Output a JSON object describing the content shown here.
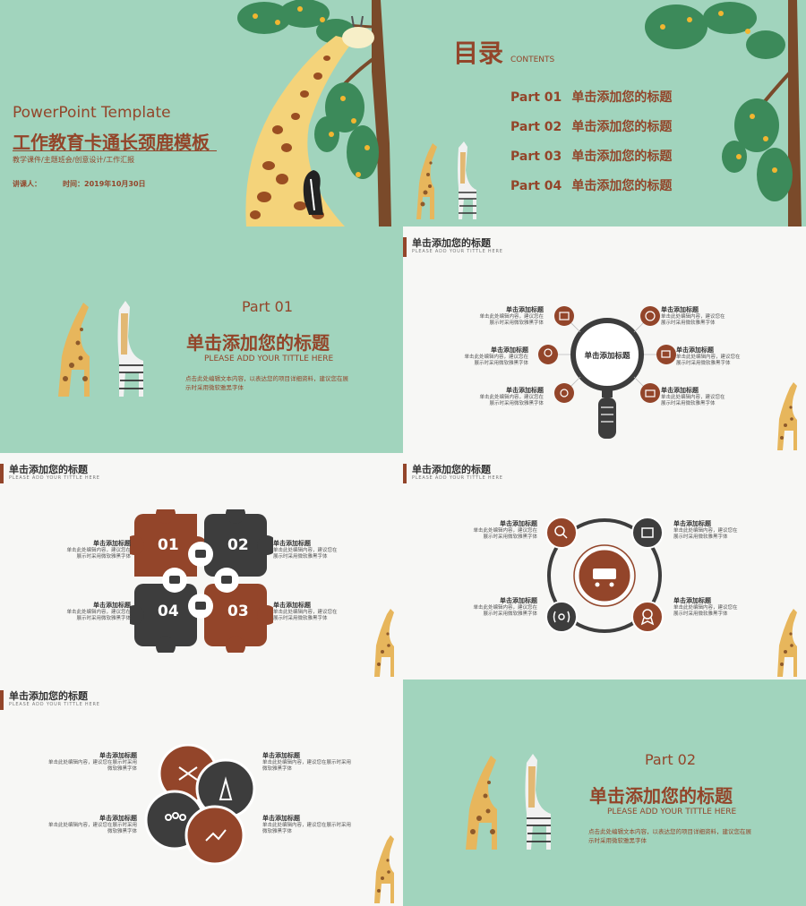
{
  "colors": {
    "green": "#a1d4bd",
    "brown": "#93452a",
    "dark": "#3d3d3d",
    "light": "#f7f7f5"
  },
  "cover": {
    "eng_title": "PowerPoint Template",
    "title": "工作教育卡通长颈鹿模板",
    "subtitle": "教学课件/主题班会/创意设计/工作汇报",
    "speaker": "讲课人：",
    "date": "时间：2019年10月30日"
  },
  "toc": {
    "title": "目录",
    "sub": "CONTENTS",
    "items": [
      {
        "num": "Part 01",
        "label": "单击添加您的标题"
      },
      {
        "num": "Part 02",
        "label": "单击添加您的标题"
      },
      {
        "num": "Part 03",
        "label": "单击添加您的标题"
      },
      {
        "num": "Part 04",
        "label": "单击添加您的标题"
      }
    ]
  },
  "section1": {
    "part": "Part 01",
    "title": "单击添加您的标题",
    "eng": "PLEASE ADD YOUR TITTLE HERE",
    "desc1": "点击此处编辑文本内容，以表达您的项目详细资料，建议您在展",
    "desc2": "示时采用微软雅黑字体"
  },
  "section2": {
    "part": "Part 02",
    "title": "单击添加您的标题",
    "eng": "PLEASE ADD YOUR TITTLE HERE",
    "desc1": "点击此处编辑文本内容，以表达您的项目详细资料，建议您在展",
    "desc2": "示时采用微软雅黑字体"
  },
  "header": {
    "title": "单击添加您的标题",
    "sub": "PLEASE ADD YOUR TITTLE HERE"
  },
  "item": {
    "title": "单击添加标题",
    "d1": "单击此处编辑内容，建议您在展示时采用",
    "d2": "微软雅黑字体",
    "d1b": "单击此处编辑内容，建议您在",
    "d2b": "展示时采用微软雅黑字体"
  },
  "magnifier": {
    "center": "单击添加标题"
  },
  "puzzle": {
    "n1": "01",
    "n2": "02",
    "n3": "03",
    "n4": "04"
  }
}
